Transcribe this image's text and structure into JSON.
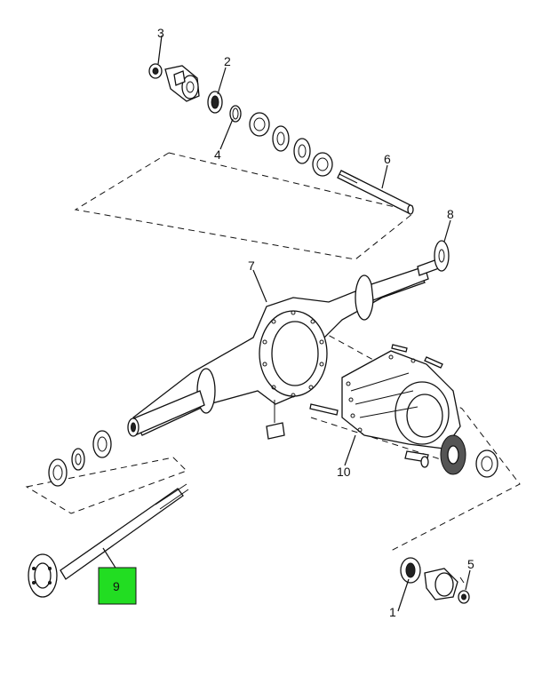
{
  "diagram": {
    "callouts": [
      {
        "id": "1",
        "label": "1"
      },
      {
        "id": "2",
        "label": "2"
      },
      {
        "id": "3",
        "label": "3"
      },
      {
        "id": "4",
        "label": "4"
      },
      {
        "id": "5",
        "label": "5"
      },
      {
        "id": "6",
        "label": "6"
      },
      {
        "id": "7",
        "label": "7"
      },
      {
        "id": "8",
        "label": "8"
      },
      {
        "id": "9",
        "label": "9",
        "highlighted": true
      },
      {
        "id": "10",
        "label": "10"
      }
    ],
    "highlight_color": "#22dd22"
  }
}
